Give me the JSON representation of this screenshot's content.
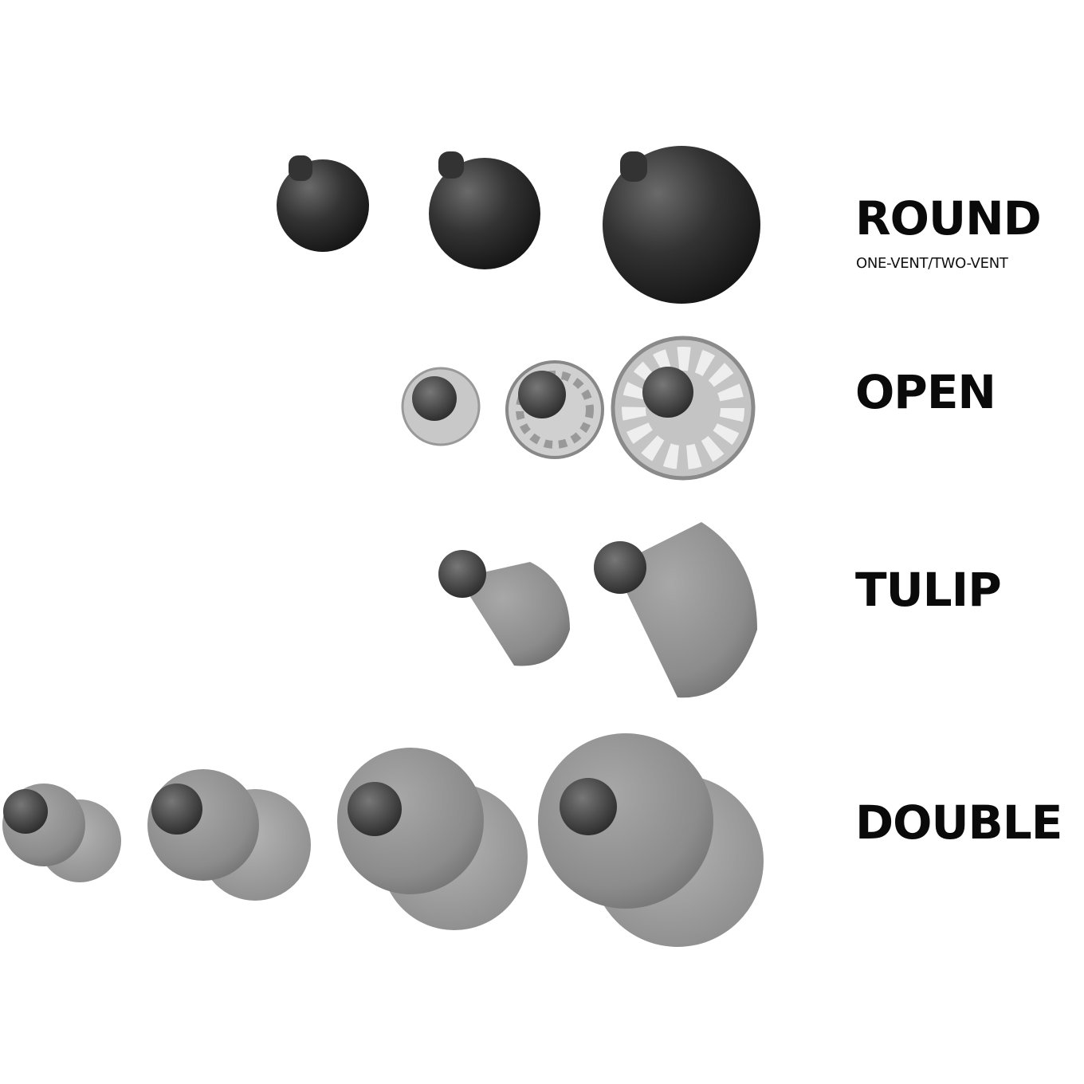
{
  "labels": {
    "round": "ROUND",
    "round_sub": "ONE-VENT/TWO-VENT",
    "open": "OPEN",
    "tulip": "TULIP",
    "double": "DOUBLE"
  },
  "colors": {
    "text": "#0a0a0a",
    "dome_dark": "#2b2b2b",
    "dome_translucent": "#8a8a8a",
    "background": "#ffffff"
  }
}
